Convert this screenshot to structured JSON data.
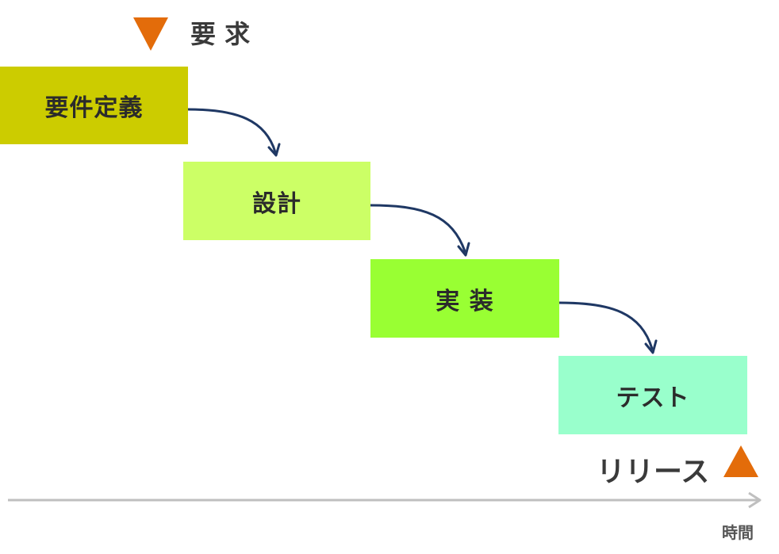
{
  "requirements": {
    "label": "要 求",
    "marker_color": "#E36C0A"
  },
  "phases": [
    {
      "label": "要件定義",
      "color": "#CCCC00"
    },
    {
      "label": "設計",
      "color": "#CCFF66"
    },
    {
      "label": "実 装",
      "color": "#99FF33"
    },
    {
      "label": "テスト",
      "color": "#99FFCC"
    }
  ],
  "release": {
    "label": "リリース",
    "marker_color": "#E36C0A"
  },
  "time_axis": {
    "label": "時間",
    "color": "#BFBFBF"
  },
  "connector_color": "#1F3864"
}
